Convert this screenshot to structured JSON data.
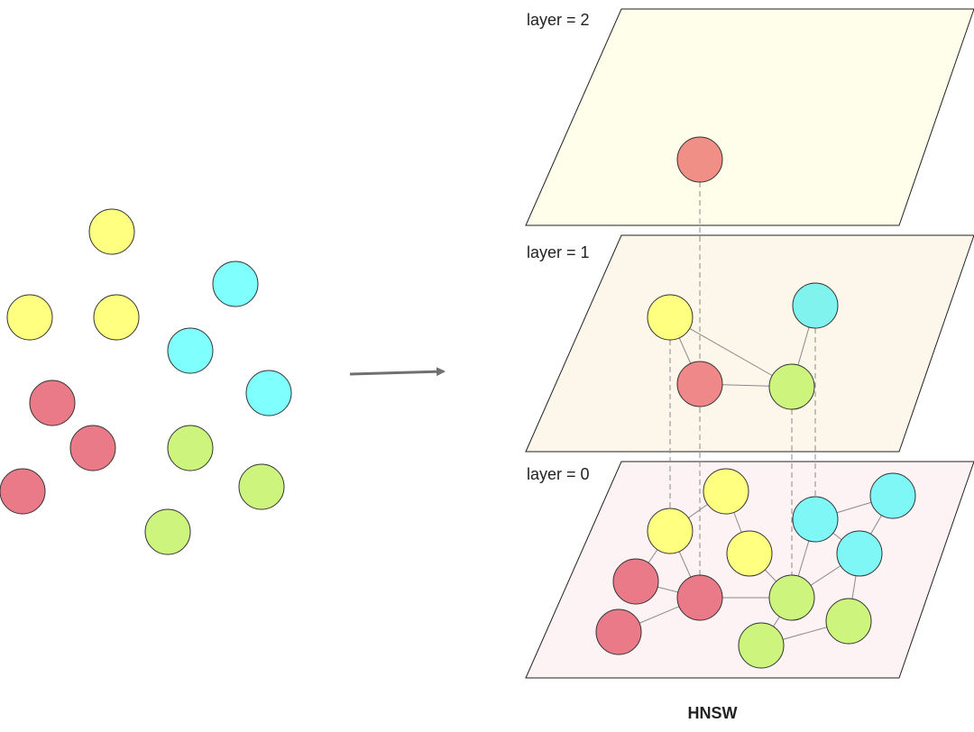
{
  "caption": "HNSW",
  "colors": {
    "yellow": "#ffff80",
    "cyan": "#80ffff",
    "red": "#ea7a88",
    "green": "#cdf57e",
    "layer2_node_red": "#ef8f86",
    "layer1_node_cyan": "#80f3ee",
    "arrow": "#707070",
    "edge": "#8a8a8a"
  },
  "layers": [
    {
      "label": "layer = 2",
      "fill": "#fefeea"
    },
    {
      "label": "layer = 1",
      "fill": "#fdf6ea"
    },
    {
      "label": "layer = 0",
      "fill": "#fdf2f4"
    }
  ]
}
